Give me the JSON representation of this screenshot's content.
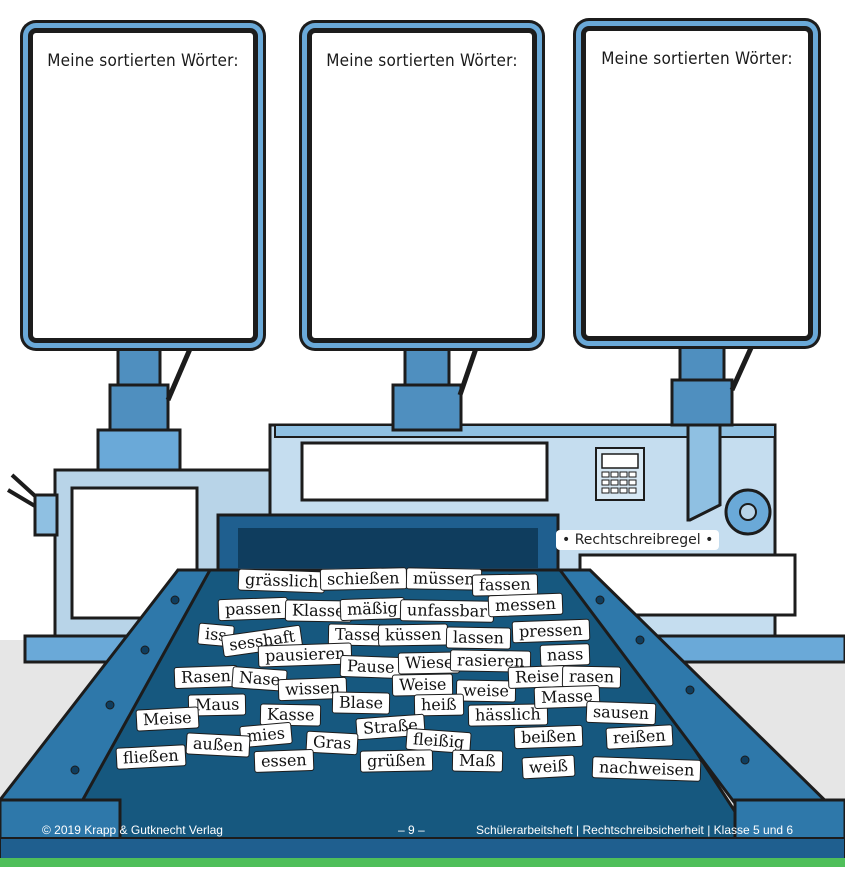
{
  "boards": [
    {
      "title": "Meine sortierten Wörter:"
    },
    {
      "title": "Meine sortierten Wörter:"
    },
    {
      "title": "Meine sortierten Wörter:"
    }
  ],
  "rule_label": "• Rechtschreibregel •",
  "words": [
    "grässlich",
    "schießen",
    "müssen",
    "fassen",
    "passen",
    "Klasse",
    "mäßig",
    "unfassbar",
    "messen",
    "iss",
    "sesshaft",
    "Tasse",
    "küssen",
    "lassen",
    "pressen",
    "pausieren",
    "Pause",
    "Wiese",
    "rasieren",
    "nass",
    "Rasen",
    "Nase",
    "wissen",
    "Weise",
    "weise",
    "Reise",
    "rasen",
    "Maus",
    "Blase",
    "heiß",
    "hässlich",
    "Masse",
    "Meise",
    "Kasse",
    "sausen",
    "Straße",
    "mies",
    "Gras",
    "fleißig",
    "beißen",
    "reißen",
    "fließen",
    "außen",
    "essen",
    "grüßen",
    "Maß",
    "weiß",
    "nachweisen"
  ],
  "footer": {
    "copyright": "© 2019 Krapp & Gutknecht Verlag",
    "page": "– 9 –",
    "series": "Schülerarbeitsheft | Rechtschreibsicherheit | Klasse 5 und 6"
  },
  "colors": {
    "machine_light": "#b8d4e8",
    "machine_mid": "#6aa9d8",
    "machine_dark": "#1f5f8f",
    "belt": "#16587f",
    "outline": "#1c1c1c"
  }
}
